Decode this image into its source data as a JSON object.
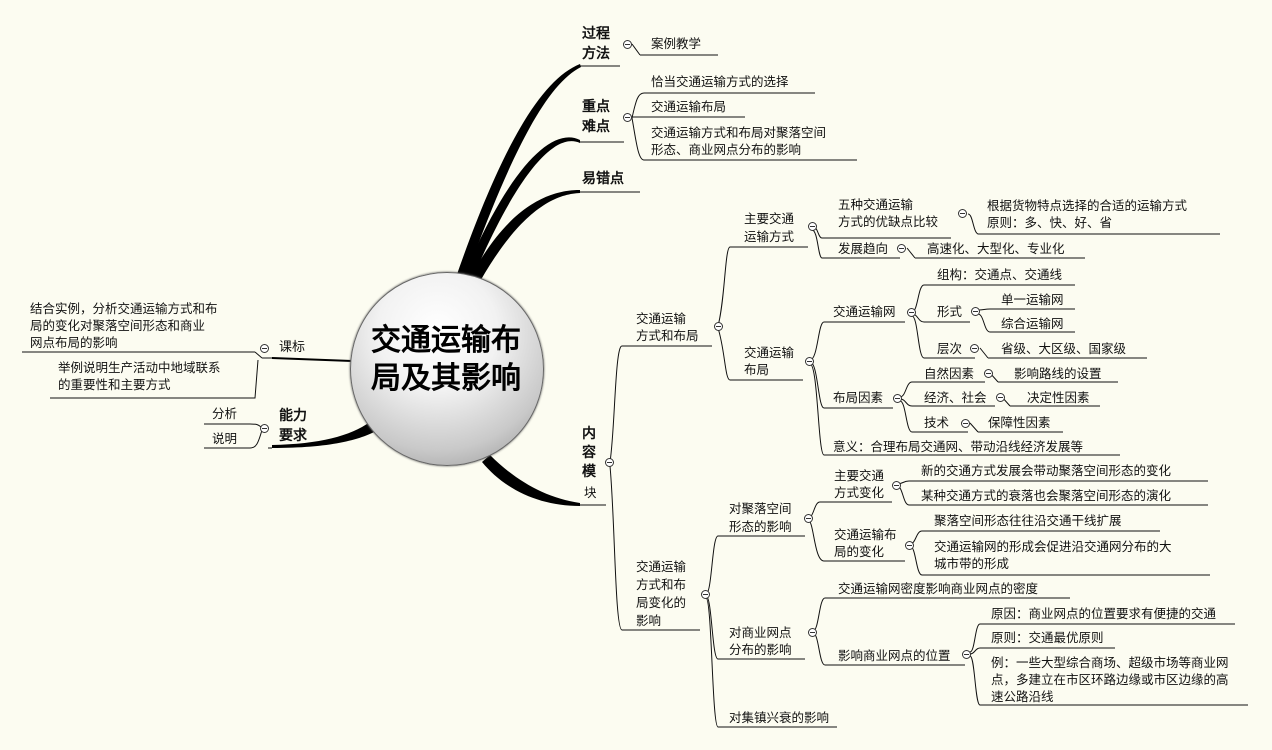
{
  "center": {
    "line1": "交通运输布",
    "line2": "局及其影响"
  },
  "left": {
    "kebiao": "课标",
    "kebiao_items": [
      "结合实例，分析交通运输方式和布",
      "局的变化对聚落空间形态和商业",
      "网点布局的影响",
      "举例说明生产活动中地域联系",
      "的重要性和主要方式"
    ],
    "nengli": [
      "能力",
      "要求"
    ],
    "nengli_items": [
      "分析",
      "说明"
    ]
  },
  "top": {
    "guocheng": [
      "过程",
      "方法"
    ],
    "guocheng_items": [
      "案例教学"
    ],
    "zhongdian": [
      "重点",
      "难点"
    ],
    "zhongdian_items": [
      "恰当交通运输方式的选择",
      "交通运输布局",
      "交通运输方式和布局对聚落空间",
      "形态、商业网点分布的影响"
    ],
    "yicuo": "易错点"
  },
  "content": {
    "title": [
      "内",
      "容",
      "模",
      "块"
    ],
    "b1": [
      "交通运输",
      "方式和布局"
    ],
    "b1a": [
      "主要交通",
      "运输方式"
    ],
    "b1a1": [
      "五种交通运输",
      "方式的优缺点比较"
    ],
    "b1a1x": [
      "根据货物特点选择的合适的运输方式",
      "原则：多、快、好、省"
    ],
    "b1a2": "发展趋向",
    "b1a2x": "高速化、大型化、专业化",
    "b1b": [
      "交通运输",
      "布局"
    ],
    "b1b1": "交通运输网",
    "b1b1a": "组构：交通点、交通线",
    "b1b1b": "形式",
    "b1b1b_items": [
      "单一运输网",
      "综合运输网"
    ],
    "b1b1c": "层次",
    "b1b1c_x": "省级、大区级、国家级",
    "b1b2": "布局因素",
    "b1b2a": "自然因素",
    "b1b2a_x": "影响路线的设置",
    "b1b2b": "经济、社会",
    "b1b2b_x": "决定性因素",
    "b1b2c": "技术",
    "b1b2c_x": "保障性因素",
    "b1b3": "意义：合理布局交通网、带动沿线经济发展等",
    "b2": [
      "交通运输",
      "方式和布",
      "局变化的",
      "影响"
    ],
    "b2a": [
      "对聚落空间",
      "形态的影响"
    ],
    "b2a1": [
      "主要交通",
      "方式变化"
    ],
    "b2a1_items": [
      "新的交通方式发展会带动聚落空间形态的变化",
      "某种交通方式的衰落也会聚落空间形态的演化"
    ],
    "b2a2": [
      "交通运输布",
      "局的变化"
    ],
    "b2a2_items": [
      "聚落空间形态往往沿交通干线扩展",
      "交通运输网的形成会促进沿交通网分布的大",
      "城市带的形成"
    ],
    "b2b": [
      "对商业网点",
      "分布的影响"
    ],
    "b2b1": "交通运输网密度影响商业网点的密度",
    "b2b2": "影响商业网点的位置",
    "b2b2_items": [
      "原因：商业网点的位置要求有便捷的交通",
      "原则：交通最优原则",
      "例：一些大型综合商场、超级市场等商业网",
      "点，多建立在市区环路边缘或市区边缘的高",
      "速公路沿线"
    ],
    "b2c": "对集镇兴衰的影响"
  }
}
